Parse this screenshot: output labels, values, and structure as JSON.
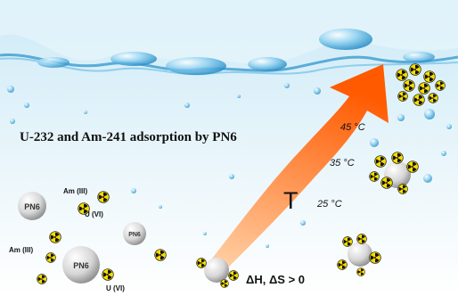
{
  "title": "U-232 and Am-241 adsorption by PN6",
  "temperature_symbol": "T",
  "arrow_labels": [
    "25 °C",
    "35 °C",
    "45 °C"
  ],
  "thermo_label": "ΔH, ΔS > 0",
  "adsorbent_label": "PN6",
  "ion_labels": {
    "americium": "Am (III)",
    "uranium": "U (VI)"
  },
  "colors": {
    "water_top": "#cdeaf7",
    "water_bottom": "#ffffff",
    "arrow_start": "#ff5a00",
    "arrow_end": "#ffd2a8",
    "radiation_yellow": "#f5dc00"
  },
  "icons": [
    "radiation-hazard-icon",
    "pn6-sphere-icon",
    "water-wave-icon",
    "air-bubble-icon"
  ]
}
